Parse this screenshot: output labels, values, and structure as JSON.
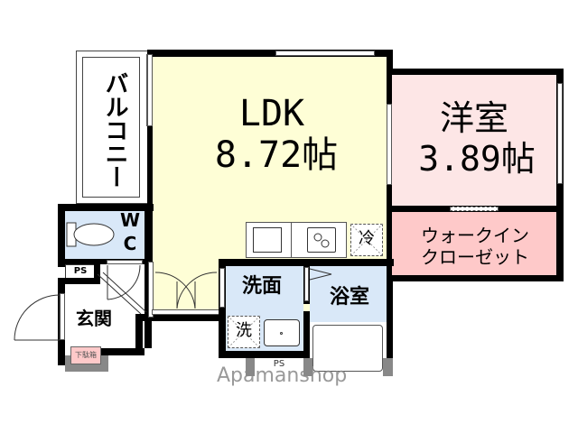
{
  "floorplan": {
    "rooms": {
      "balcony": {
        "label": "バルコニー",
        "color": "#ffffff"
      },
      "ldk": {
        "name": "LDK",
        "size": "8.72帖",
        "color": "#fefed6"
      },
      "western_room": {
        "name": "洋室",
        "size": "3.89帖",
        "color": "#fde6e6"
      },
      "walk_in_closet": {
        "line1": "ウォークイン",
        "line2": "クローゼット",
        "color": "#fec9c9"
      },
      "toilet": {
        "line1": "W",
        "line2": "C",
        "color": "#d9e8f8"
      },
      "entrance": {
        "label": "玄関",
        "color": "#ffffff"
      },
      "washroom": {
        "label": "洗面",
        "color": "#d9e8f8"
      },
      "bathroom": {
        "label": "浴室",
        "color": "#d9e8f8"
      }
    },
    "fixtures": {
      "ps_upper": "PS",
      "ps_lower": "PS",
      "fridge": "冷",
      "washing_machine": "洗",
      "shoe_box": "下駄箱",
      "shoe_box_color": "#fec9c9"
    },
    "watermark": "Apamanshop",
    "wall_color": "#000000"
  }
}
